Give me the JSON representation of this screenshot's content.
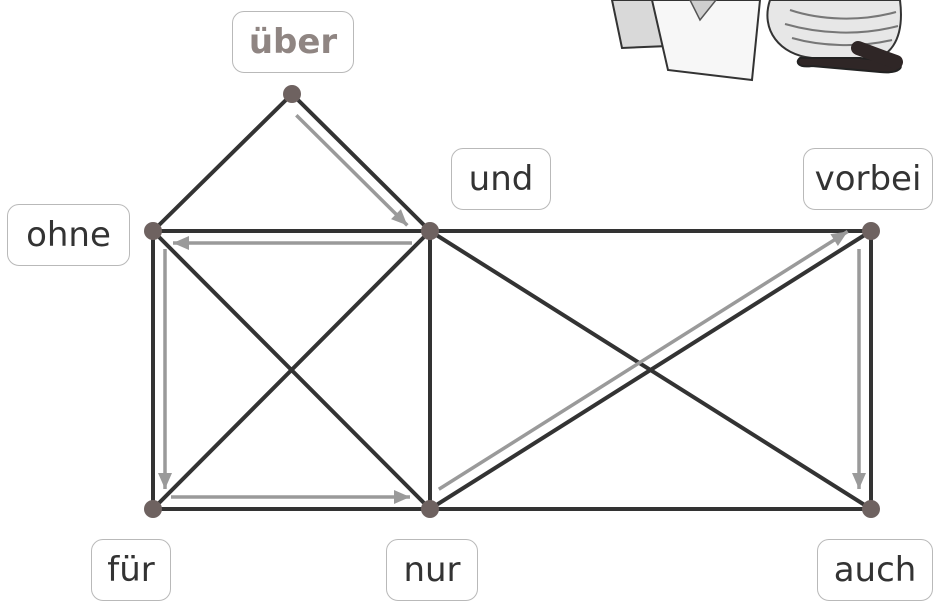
{
  "labels": {
    "uber": "über",
    "und": "und",
    "vorbei": "vorbei",
    "ohne": "ohne",
    "fur": "für",
    "nur": "nur",
    "auch": "auch"
  },
  "colors": {
    "edge": "#333333",
    "path_arrow": "#9a9a9a",
    "node": "#6e6260",
    "label_text": "#333333",
    "label_highlight": "#8f8582",
    "label_border": "#b9b9b9"
  },
  "graph": {
    "nodes": [
      "uber",
      "und",
      "vorbei",
      "ohne",
      "fur",
      "nur",
      "auch"
    ],
    "edges": [
      [
        "uber",
        "ohne"
      ],
      [
        "uber",
        "und"
      ],
      [
        "ohne",
        "und"
      ],
      [
        "ohne",
        "fur"
      ],
      [
        "und",
        "nur"
      ],
      [
        "ohne",
        "nur"
      ],
      [
        "und",
        "fur"
      ],
      [
        "fur",
        "nur"
      ],
      [
        "und",
        "vorbei"
      ],
      [
        "vorbei",
        "auch"
      ],
      [
        "nur",
        "auch"
      ],
      [
        "nur",
        "vorbei"
      ],
      [
        "und",
        "auch"
      ]
    ],
    "path": [
      "uber",
      "und",
      "ohne",
      "fur",
      "nur",
      "vorbei",
      "auch"
    ]
  },
  "illustration": "cartoon-figure-holding-paper"
}
